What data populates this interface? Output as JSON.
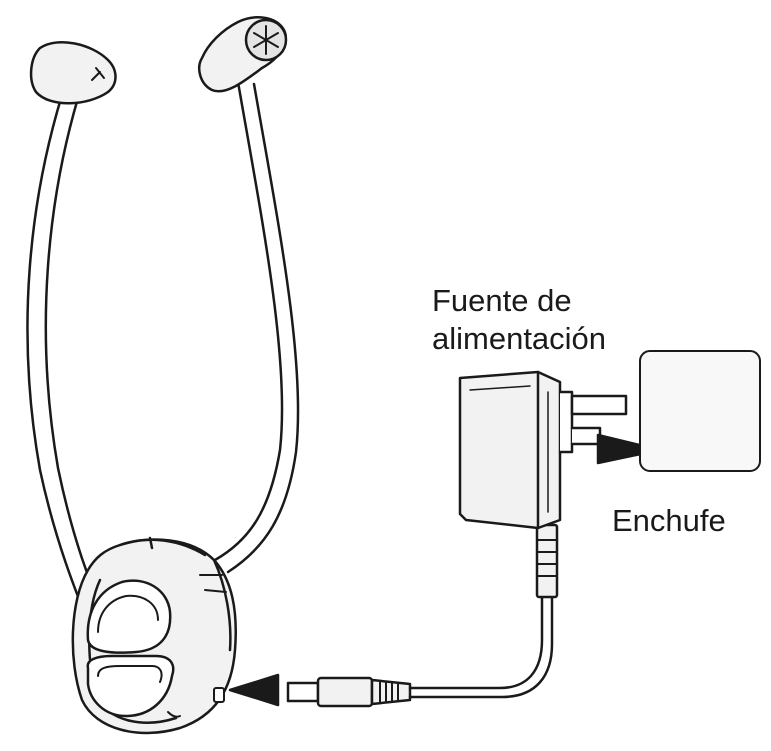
{
  "labels": {
    "power_supply_line1": "Fuente de",
    "power_supply_line2": "alimentación",
    "outlet": "Enchufe"
  },
  "colors": {
    "ink": "#1a1a1a",
    "fill_light": "#f2f2f2",
    "fill_mid": "#e4e4e4",
    "background": "#ffffff"
  },
  "icons": [
    "stethoscope-headset",
    "power-adapter",
    "wall-outlet",
    "arrow-pointer",
    "dc-plug"
  ]
}
